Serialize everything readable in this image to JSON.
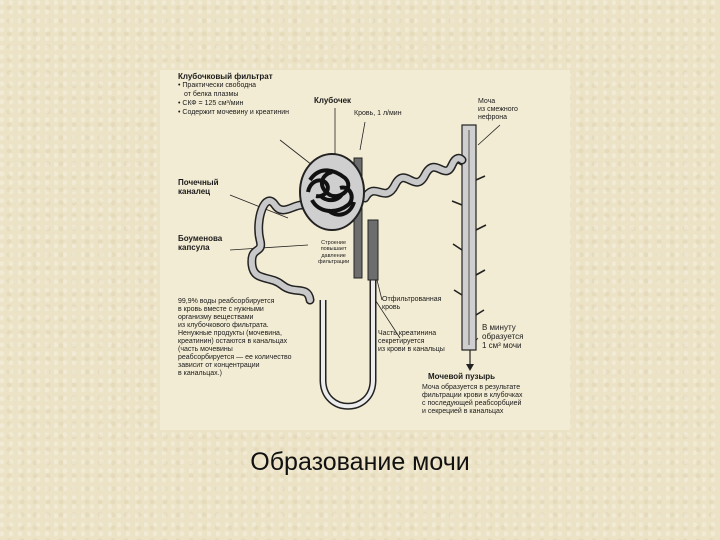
{
  "title": "Образование мочи",
  "labels": {
    "filtrate_heading": "Клубочковый фильтрат",
    "filtrate_items": [
      "• Практически свободна",
      "от белка плазмы",
      "• СКФ = 125 см³/мин",
      "• Содержит мочевину и креатинин"
    ],
    "glomerulus": "Клубочек",
    "blood_flow": "Кровь, 1 л/мин",
    "urine_neighbor": "Моча\nиз смежного\nнефрона",
    "tubule": "Почечный\nканалец",
    "bowman": "Боуменова\nкапсула",
    "pressure_note": "Строение\nповышает\nдавление\nфильтрации",
    "reabsorption": "99,9% воды реабсорбируется\nв кровь вместе с нужными\nорганизму веществами\nиз клубочкового фильтрата.\nНенужные продукты (мочевина,\nкреатинин) остаются в канальцах\n(часть мочевины\nреабсорбируется — ее количество\nзависит от концентрации\nв канальцах.)",
    "filtered_blood": "Отфильтрованная\nкровь",
    "creatinine_secretion": "Часть креатинина\nсекретируется\nиз крови в канальцы",
    "per_minute": "В минуту\nобразуется\n1 см³ мочи",
    "bladder": "Мочевой пузырь",
    "urine_formation": "Моча образуется в результате\nфильтрации крови в клубочках\nс последующей реабсорбцией\nи секрецией в канальцах"
  }
}
